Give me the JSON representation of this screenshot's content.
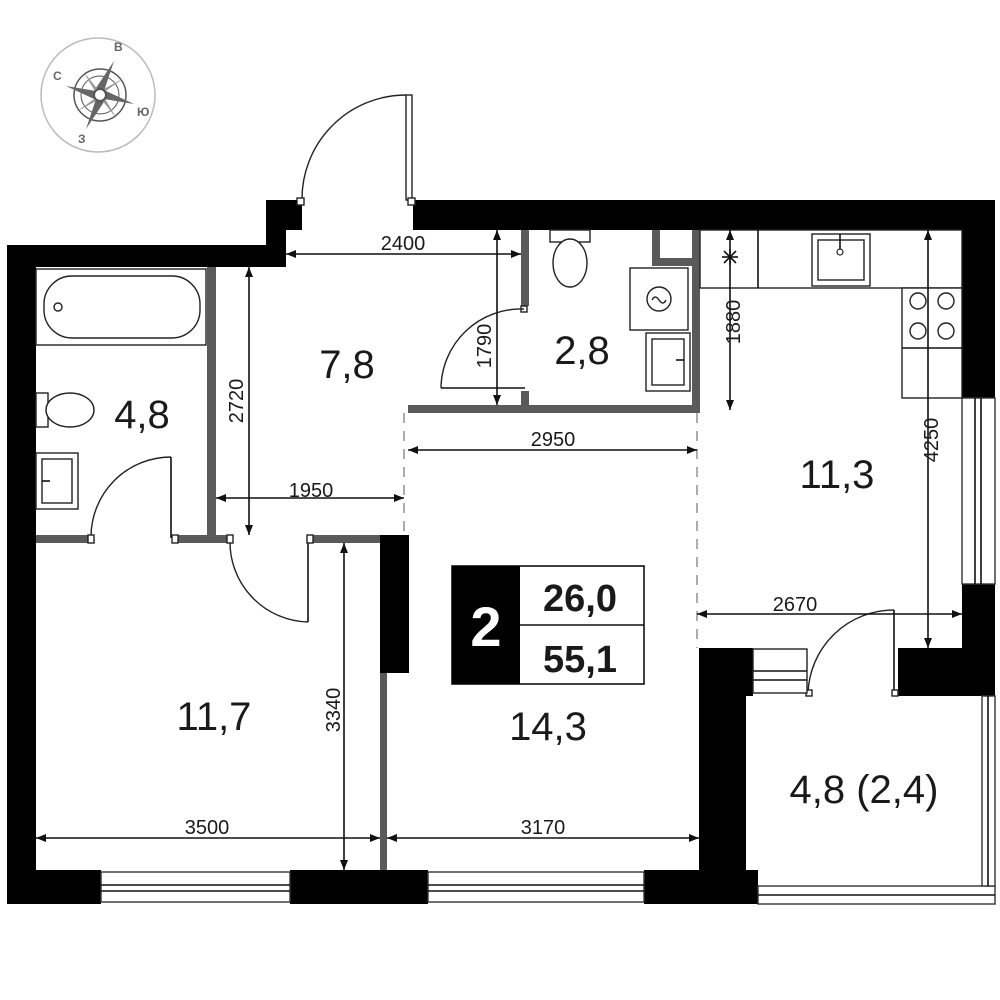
{
  "compass": {
    "north": "С",
    "east": "В",
    "south": "Ю",
    "west": "З"
  },
  "rooms": [
    {
      "id": "bathroom",
      "label": "4,8"
    },
    {
      "id": "hall",
      "label": "7,8"
    },
    {
      "id": "wc",
      "label": "2,8"
    },
    {
      "id": "kitchen",
      "label": "11,3"
    },
    {
      "id": "bedroom",
      "label": "11,7"
    },
    {
      "id": "living",
      "label": "14,3"
    },
    {
      "id": "balcony",
      "label": "4,8 (2,4)"
    }
  ],
  "dimensions": [
    {
      "id": "hall-width",
      "label": "2400"
    },
    {
      "id": "hall-depth",
      "label": "2720"
    },
    {
      "id": "wc-depth",
      "label": "1790"
    },
    {
      "id": "kitchen-depth-a",
      "label": "1880"
    },
    {
      "id": "kitchen-depth-b",
      "label": "4250"
    },
    {
      "id": "living-width-top",
      "label": "2950"
    },
    {
      "id": "corridor-width",
      "label": "1950"
    },
    {
      "id": "kitchen-width",
      "label": "2670"
    },
    {
      "id": "bedroom-depth",
      "label": "3340"
    },
    {
      "id": "bedroom-width",
      "label": "3500"
    },
    {
      "id": "living-width",
      "label": "3170"
    }
  ],
  "badge": {
    "rooms_count": "2",
    "living_area": "26,0",
    "total_area": "55,1"
  }
}
